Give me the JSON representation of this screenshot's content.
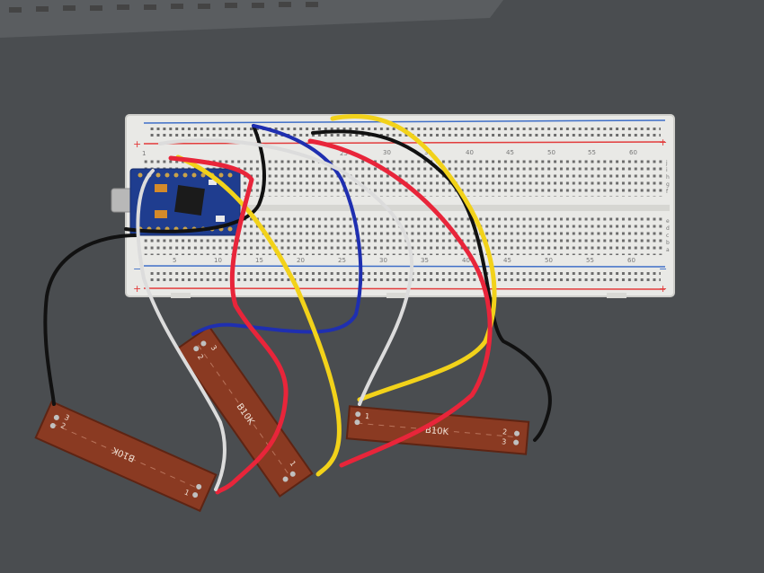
{
  "photo": {
    "subject": "breadboard-with-three-slide-potentiometers",
    "colors": {
      "mat": "#4a4d50",
      "breadboard": "#e9e9e6",
      "rail_red": "#e23b3b",
      "rail_blue": "#3f6fc8",
      "pcb": "#1f3d8f",
      "pot_body": "#8a3a22",
      "wire_red": "#e8253a",
      "wire_yellow": "#f2d21a",
      "wire_white": "#dcdcdc",
      "wire_black": "#111111",
      "wire_blue": "#1f2fb0"
    }
  },
  "breadboard": {
    "row_letters_top": [
      "j",
      "i",
      "h",
      "g",
      "f"
    ],
    "row_letters_bottom": [
      "e",
      "d",
      "c",
      "b",
      "a"
    ],
    "column_numbers": [
      "1",
      "5",
      "10",
      "15",
      "20",
      "25",
      "30",
      "35",
      "40",
      "45",
      "50",
      "55",
      "60"
    ],
    "rail_plus": "+",
    "rail_minus": "−"
  },
  "potentiometers": [
    {
      "label": "B10K",
      "pins": [
        "1",
        "2",
        "3"
      ]
    },
    {
      "label": "B10K",
      "pins": [
        "1",
        "2",
        "3"
      ]
    },
    {
      "label": "B10K",
      "pins": [
        "1",
        "2",
        "3"
      ]
    }
  ]
}
